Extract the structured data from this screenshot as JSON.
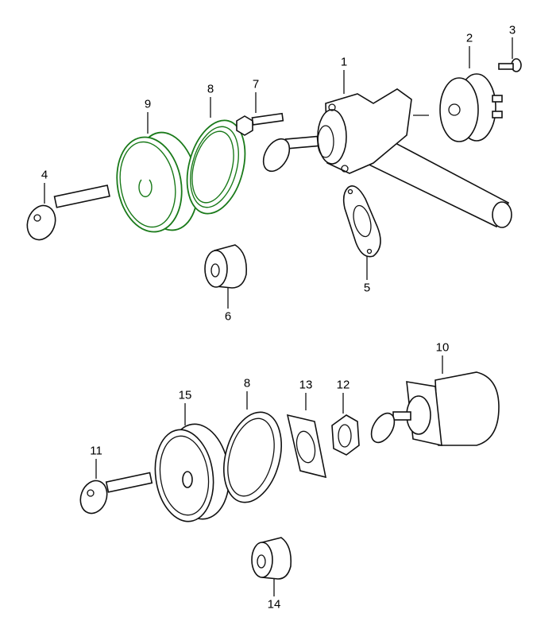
{
  "diagram": {
    "highlight_color": "#1a7a1a",
    "callouts": {
      "c1": "1",
      "c2": "2",
      "c3": "3",
      "c4": "4",
      "c5": "5",
      "c6": "6",
      "c7": "7",
      "c8a": "8",
      "c9": "9",
      "c10": "10",
      "c11": "11",
      "c12": "12",
      "c13": "13",
      "c8b": "8",
      "c14": "14",
      "c15": "15"
    }
  }
}
